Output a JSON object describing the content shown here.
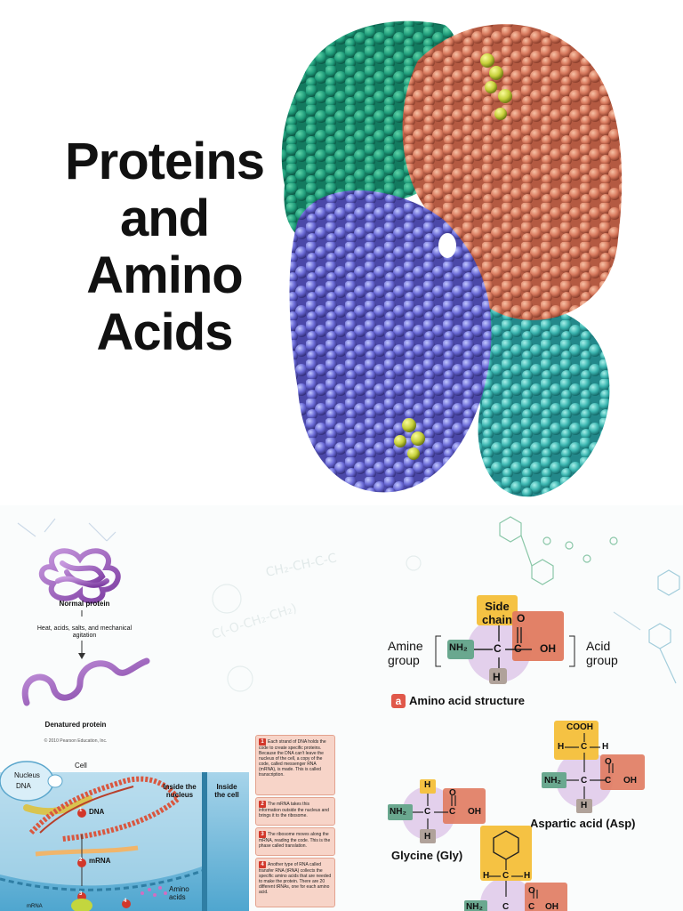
{
  "title": {
    "line1": "Proteins",
    "line2": "and",
    "line3": "Amino",
    "line4": "Acids"
  },
  "denaturation": {
    "normal": "Normal protein",
    "agents": "Heat, acids, salts, and mechanical agitation",
    "denatured": "Denatured protein",
    "copyright": "© 2010 Pearson Education, Inc."
  },
  "amino_acid": {
    "side_chain": "Side chain",
    "amine_group": "Amine group",
    "acid_group": "Acid group",
    "caption_badge": "a",
    "caption": "Amino acid structure",
    "nh2": "NH₂",
    "c": "C",
    "h": "H",
    "o": "O",
    "oh": "OH"
  },
  "examples": {
    "glycine": "Glycine (Gly)",
    "aspartic": "Aspartic acid (Asp)",
    "cooh": "COOH"
  },
  "synthesis": {
    "cell": "Cell",
    "nucleus": "Nucleus",
    "dna_label": "DNA",
    "inside_nucleus": "Inside the nucleus",
    "inside_cell": "Inside the cell",
    "step1_label": "DNA",
    "step2_label": "mRNA",
    "mrna_small": "mRNA",
    "amino_acids": "Amino acids",
    "num1": "1",
    "num2": "2",
    "num3": "3",
    "num4": "4",
    "steps": [
      {
        "n": "1",
        "text": "Each strand of DNA holds the code to create specific proteins. Because the DNA can't leave the nucleus of the cell, a copy of the code, called messenger RNA (mRNA), is made. This is called transcription."
      },
      {
        "n": "2",
        "text": "The mRNA takes this information outside the nucleus and brings it to the ribosome."
      },
      {
        "n": "3",
        "text": "The ribosome moves along the mRNA, reading the code. This is the phase called translation."
      },
      {
        "n": "4",
        "text": "Another type of RNA called transfer RNA (tRNA) collects the specific amino acids that are needed to make the protein. There are 20 different tRNAs, one for each amino acid."
      }
    ]
  },
  "colors": {
    "side_chain": "#f5c243",
    "acid": "#e07a5f",
    "amine": "#6aa88f",
    "hydrogen": "#b0a29a",
    "carbon_bg": "#e3d0ec",
    "badge": "#e0584a"
  }
}
